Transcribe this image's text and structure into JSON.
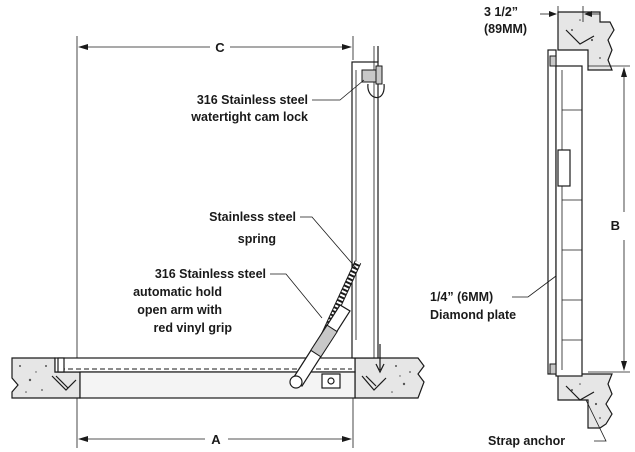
{
  "dimensions": {
    "a": "A",
    "b": "B",
    "c": "C",
    "frame_depth_line1": "3 1/2”",
    "frame_depth_line2": "(89MM)"
  },
  "callouts": {
    "cam_lock": [
      "316 Stainless steel",
      "watertight cam lock"
    ],
    "spring": [
      "Stainless steel",
      "spring"
    ],
    "hold_open_arm": [
      "316 Stainless steel",
      "automatic hold",
      "open arm with",
      "red vinyl grip"
    ],
    "diamond_plate": [
      "1/4” (6MM)",
      "Diamond plate"
    ],
    "strap_anchor": [
      "Strap anchor"
    ]
  }
}
